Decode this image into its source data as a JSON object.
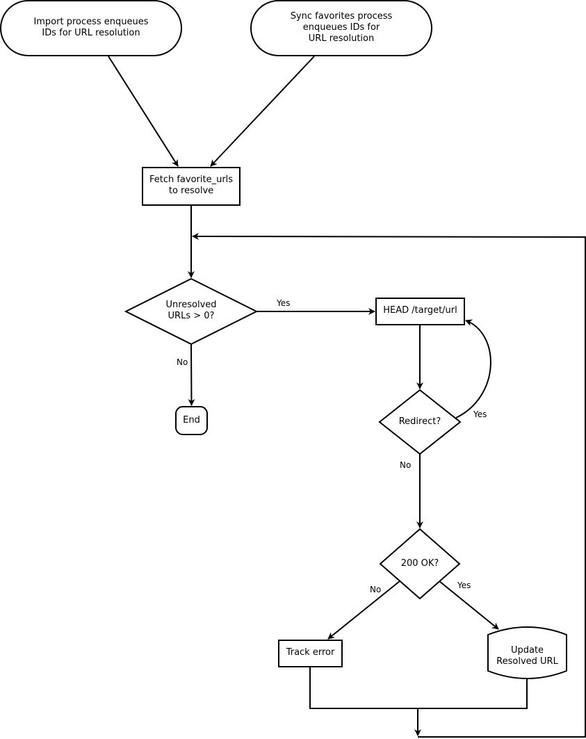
{
  "nodes": {
    "import_start": "Import process enqueues\nIDs for URL resolution",
    "sync_start": "Sync favorites process\nenqueues IDs for\nURL resolution",
    "fetch": "Fetch favorite_urls\nto resolve",
    "unresolved": "Unresolved\nURLs > 0?",
    "end": "End",
    "head": "HEAD /target/url",
    "redirect": "Redirect?",
    "ok": "200 OK?",
    "track_error": "Track error",
    "update": "Update\nResolved URL"
  },
  "edges": {
    "unresolved_yes": "Yes",
    "unresolved_no": "No",
    "redirect_yes": "Yes",
    "redirect_no": "No",
    "ok_no": "No",
    "ok_yes": "Yes"
  },
  "colors": {
    "stroke": "#000000",
    "fill": "#ffffff"
  }
}
